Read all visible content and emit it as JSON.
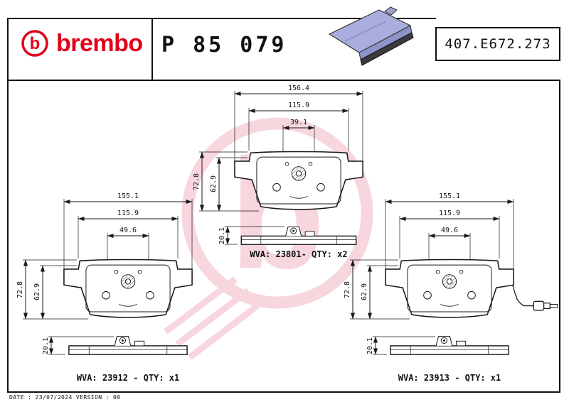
{
  "header": {
    "logo_text": "brembo",
    "logo_symbol": "b",
    "part_number": "P 85 079",
    "catalog_code": "407.E672.273"
  },
  "drawings": {
    "top": {
      "dims": {
        "total_width": "156.4",
        "pad_width": "115.9",
        "clip_width": "39.1",
        "total_height": "72.8",
        "pad_height": "62.9",
        "thickness": "20.1"
      },
      "label": "WVA: 23801- QTY: x2"
    },
    "bottom_left": {
      "dims": {
        "total_width": "155.1",
        "pad_width": "115.9",
        "clip_width": "49.6",
        "total_height": "72.8",
        "pad_height": "62.9",
        "thickness": "20.1"
      },
      "label": "WVA: 23912 - QTY: x1"
    },
    "bottom_right": {
      "dims": {
        "total_width": "155.1",
        "pad_width": "115.9",
        "clip_width": "49.6",
        "total_height": "72.8",
        "pad_height": "62.9",
        "thickness": "20.1"
      },
      "label": "WVA: 23913 - QTY: x1"
    }
  },
  "footer": {
    "text": "DATE : 23/07/2024 VERSION : 00"
  },
  "colors": {
    "brand_red": "#e2001a",
    "watermark_pink": "#f2aebe",
    "pad_photo_fill": "#a9aede",
    "ink": "#1a1a1a"
  }
}
